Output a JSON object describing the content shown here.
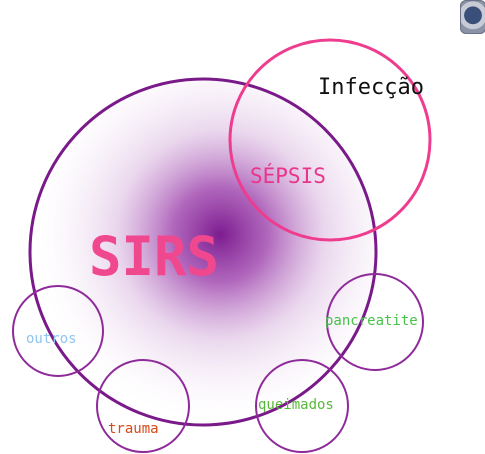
{
  "labels": {
    "infection": "Infecção",
    "sepsis": "SÉPSIS",
    "sirs": "SIRS",
    "others": "outros",
    "pancreatitis": "pancreatite",
    "burns": "queimados",
    "trauma": "trauma"
  },
  "colors": {
    "sirs_circle": "#7a1a8a",
    "infection_circle": "#ee3d8f",
    "sirs_text": "#f0488f",
    "sepsis_text": "#e8358a",
    "infection_text": "#111111",
    "others_text": "#8ec5f2",
    "pancreatitis_text": "#47c24a",
    "burns_text": "#59b83b",
    "trauma_text": "#d84a1a",
    "cause_circle": "#8e2a9a",
    "glow_center": "#8a1f95"
  },
  "icons": {
    "emblem": "logo-emblem-icon"
  }
}
